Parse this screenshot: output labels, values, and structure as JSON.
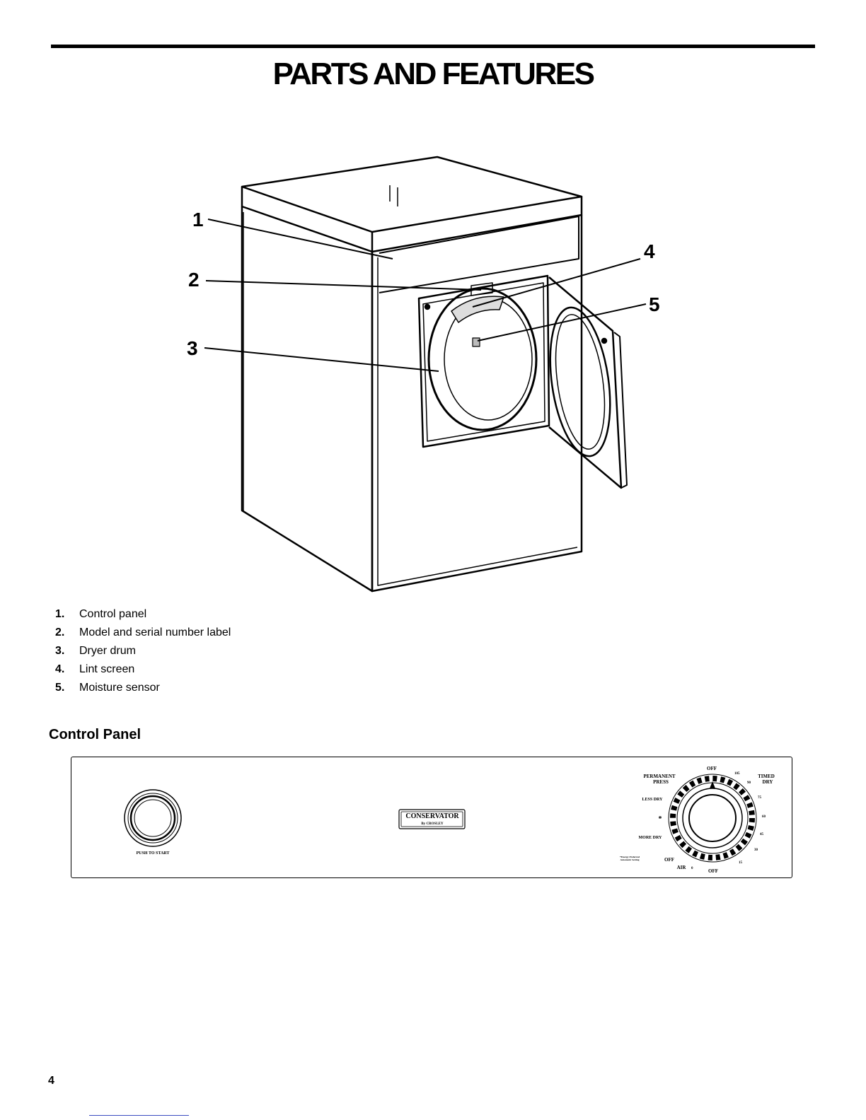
{
  "page": {
    "title": "PARTS AND FEATURES",
    "page_number": "4"
  },
  "illustration": {
    "callouts": [
      "1",
      "2",
      "3",
      "4",
      "5"
    ]
  },
  "legend": [
    {
      "num": "1.",
      "label": "Control panel"
    },
    {
      "num": "2.",
      "label": "Model and serial number label"
    },
    {
      "num": "3.",
      "label": "Dryer drum"
    },
    {
      "num": "4.",
      "label": "Lint screen"
    },
    {
      "num": "5.",
      "label": "Moisture sensor"
    }
  ],
  "control_panel": {
    "heading": "Control Panel",
    "start_button_label": "PUSH TO START",
    "logo_main": "CONSERVATOR",
    "logo_sub": "By CROSLEY",
    "dial": {
      "permanent_press": [
        "PERMANENT",
        "PRESS"
      ],
      "timed_dry": [
        "TIMED",
        "DRY"
      ],
      "less_dry": "LESS DRY",
      "more_dry": "MORE DRY",
      "star": "*",
      "off_top": "OFF",
      "off_bottom": "OFF",
      "off_left": "OFF",
      "air": "AIR",
      "note": [
        "*Energy Preferred",
        "Automatic Setting"
      ],
      "minutes": [
        "105",
        "90",
        "75",
        "60",
        "45",
        "30",
        "15",
        "0"
      ]
    }
  }
}
